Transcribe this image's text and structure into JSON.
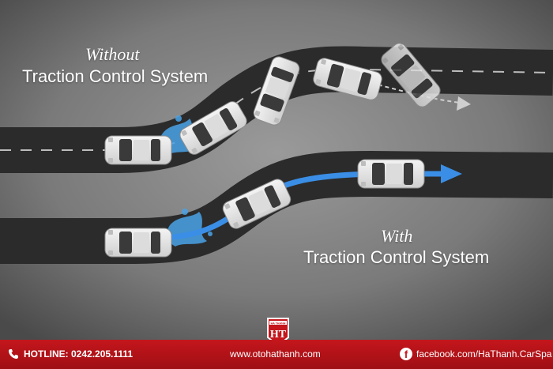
{
  "labels": {
    "without_word": "Without",
    "without_system": "Traction Control System",
    "with_word": "With",
    "with_system": "Traction Control System"
  },
  "footer": {
    "hotline_label": "HOTLINE:",
    "hotline_number": "0242.205.1111",
    "website": "www.otohathanh.com",
    "facebook": "facebook.com/HaThanh.CarSpa"
  },
  "logo": {
    "text": "HT",
    "small_text": "HA THANH"
  },
  "colors": {
    "road": "#2b2b2b",
    "lane_line": "#bdbdbd",
    "water": "#4aa3e8",
    "path_arrow": "#3a8ee6",
    "footer_red": "#c4161c",
    "car_body": "#e9e9e9"
  },
  "icons": {
    "phone": "phone-icon",
    "facebook": "facebook-icon"
  }
}
